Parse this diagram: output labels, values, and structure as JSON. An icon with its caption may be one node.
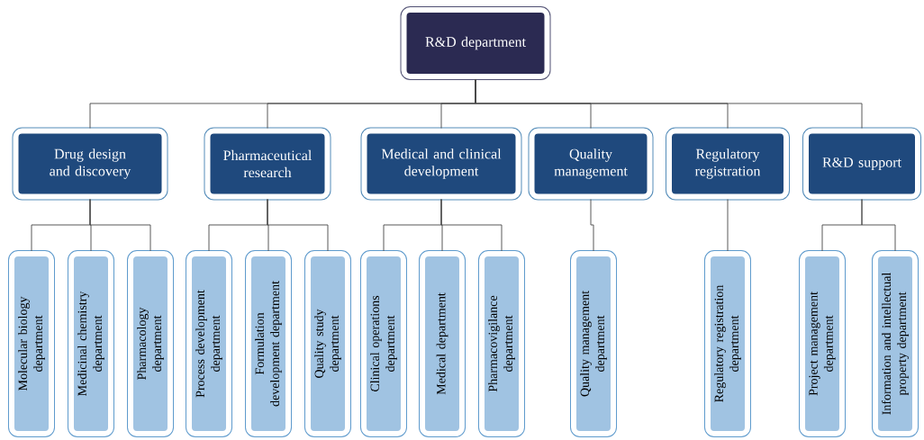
{
  "diagram": {
    "nodes": [
      {
        "text": [
          "R&D department"
        ]
      },
      {
        "text": [
          "Drug design and discovery"
        ]
      },
      {
        "text": [
          "Pharmaceutical research"
        ]
      },
      {
        "text": [
          "Medical and clinical development"
        ]
      },
      {
        "text": [
          "Quality management"
        ]
      },
      {
        "text": [
          "Regulatory registration"
        ]
      },
      {
        "text": [
          "R&D support"
        ]
      },
      {
        "text": [
          "Molecular biology department"
        ]
      },
      {
        "text": [
          "Medicinal chemistry department"
        ]
      },
      {
        "text": [
          "Pharmacology department"
        ]
      },
      {
        "text": [
          "Process development department"
        ]
      },
      {
        "text": [
          "Formulation development department"
        ]
      },
      {
        "text": [
          "Quality study department"
        ]
      },
      {
        "text": [
          "Clinical operations department"
        ]
      },
      {
        "text": [
          "Medical department"
        ]
      },
      {
        "text": [
          "Pharmacovigilance department"
        ]
      },
      {
        "text": [
          "Quality management department"
        ]
      },
      {
        "text": [
          "Regulatory registration department"
        ]
      },
      {
        "text": [
          "Project management department"
        ]
      },
      {
        "text": [
          "Information and intellectual property department"
        ]
      }
    ],
    "edges": [
      {
        "from": 0,
        "to": 1,
        "arrow": "none"
      },
      {
        "from": 0,
        "to": 2,
        "arrow": "none"
      },
      {
        "from": 0,
        "to": 3,
        "arrow": "none"
      },
      {
        "from": 0,
        "to": 4,
        "arrow": "none"
      },
      {
        "from": 0,
        "to": 5,
        "arrow": "none"
      },
      {
        "from": 0,
        "to": 6,
        "arrow": "none"
      },
      {
        "from": 1,
        "to": 7,
        "arrow": "none"
      },
      {
        "from": 1,
        "to": 8,
        "arrow": "none"
      },
      {
        "from": 1,
        "to": 9,
        "arrow": "none"
      },
      {
        "from": 2,
        "to": 10,
        "arrow": "none"
      },
      {
        "from": 2,
        "to": 11,
        "arrow": "none"
      },
      {
        "from": 2,
        "to": 12,
        "arrow": "none"
      },
      {
        "from": 3,
        "to": 13,
        "arrow": "none"
      },
      {
        "from": 3,
        "to": 14,
        "arrow": "none"
      },
      {
        "from": 3,
        "to": 15,
        "arrow": "none"
      },
      {
        "from": 4,
        "to": 16,
        "arrow": "none"
      },
      {
        "from": 5,
        "to": 17,
        "arrow": "none"
      },
      {
        "from": 6,
        "to": 18,
        "arrow": "none"
      },
      {
        "from": 6,
        "to": 19,
        "arrow": "none"
      }
    ]
  }
}
